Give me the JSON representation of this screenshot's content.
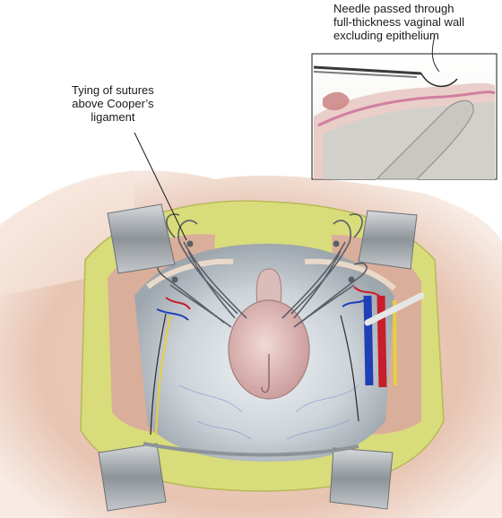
{
  "figure": {
    "labels": {
      "suture_tying": {
        "line1": "Tying of sutures",
        "line2": "above Cooper’s",
        "line3": "ligament"
      },
      "needle_pass": {
        "line1": "Needle passed through",
        "line2": "full-thickness vaginal wall",
        "line3": "excluding epithelium"
      }
    },
    "colors": {
      "skin": "#e9c6b2",
      "fat": "#d8dc7a",
      "retractor": "#9aa0a6",
      "cavity": "#cfd6dc",
      "bladder": "#d9b3b3",
      "artery": "#c81d2a",
      "vein": "#1f3fb5",
      "suture": "#5a5e66"
    }
  }
}
